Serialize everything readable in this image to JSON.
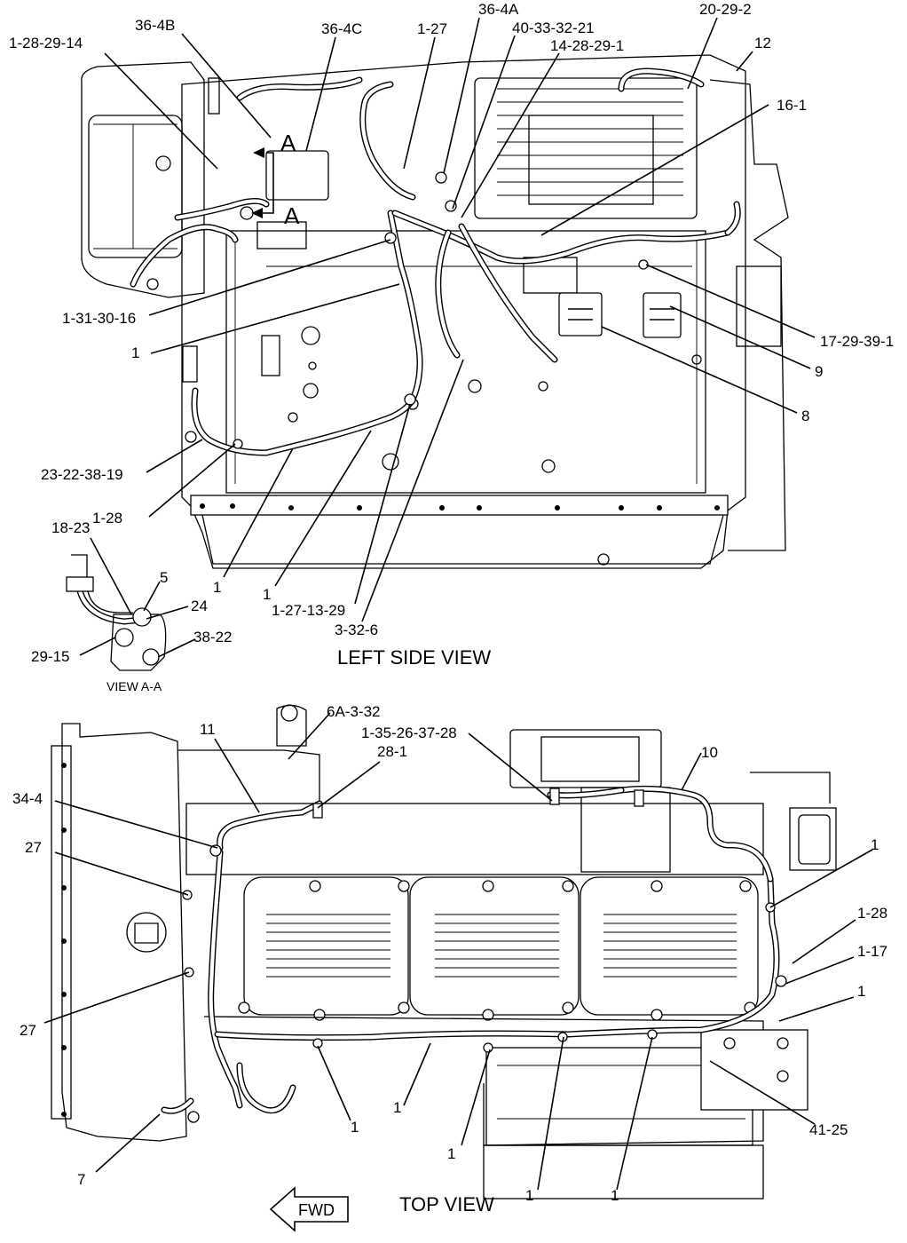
{
  "views": {
    "left_side_title": "LEFT SIDE VIEW",
    "view_aa_title": "VIEW A-A",
    "top_title": "TOP VIEW",
    "section_mark": "A",
    "fwd_label": "FWD"
  },
  "callouts_left": {
    "c_1_28_29_14": "1-28-29-14",
    "c_36_4B": "36-4B",
    "c_36_4C": "36-4C",
    "c_1_27": "1-27",
    "c_36_4A": "36-4A",
    "c_40_33_32_21": "40-33-32-21",
    "c_14_28_29_1": "14-28-29-1",
    "c_20_29_2": "20-29-2",
    "c_12": "12",
    "c_16_1": "16-1",
    "c_1_31_30_16": "1-31-30-16",
    "c_1_a": "1",
    "c_17_29_39_1": "17-29-39-1",
    "c_9": "9",
    "c_8": "8",
    "c_23_22_38_19": "23-22-38-19",
    "c_1_28": "1-28",
    "c_1_b": "1",
    "c_1_c": "1",
    "c_1_27_13_29": "1-27-13-29",
    "c_3_32_6": "3-32-6"
  },
  "callouts_view_aa": {
    "c_18_23": "18-23",
    "c_5": "5",
    "c_24": "24",
    "c_38_22": "38-22",
    "c_29_15": "29-15"
  },
  "callouts_top": {
    "c_6A_3_32": "6A-3-32",
    "c_11": "11",
    "c_1_35_26_37_28": "1-35-26-37-28",
    "c_28_1": "28-1",
    "c_10": "10",
    "c_34_4": "34-4",
    "c_27_a": "27",
    "c_27_b": "27",
    "c_1_r1": "1",
    "c_1_28_t": "1-28",
    "c_1_17": "1-17",
    "c_1_r2": "1",
    "c_41_25": "41-25",
    "c_7": "7",
    "c_1_b1": "1",
    "c_1_b2": "1",
    "c_1_b3": "1",
    "c_1_b4": "1",
    "c_1_b5": "1"
  }
}
